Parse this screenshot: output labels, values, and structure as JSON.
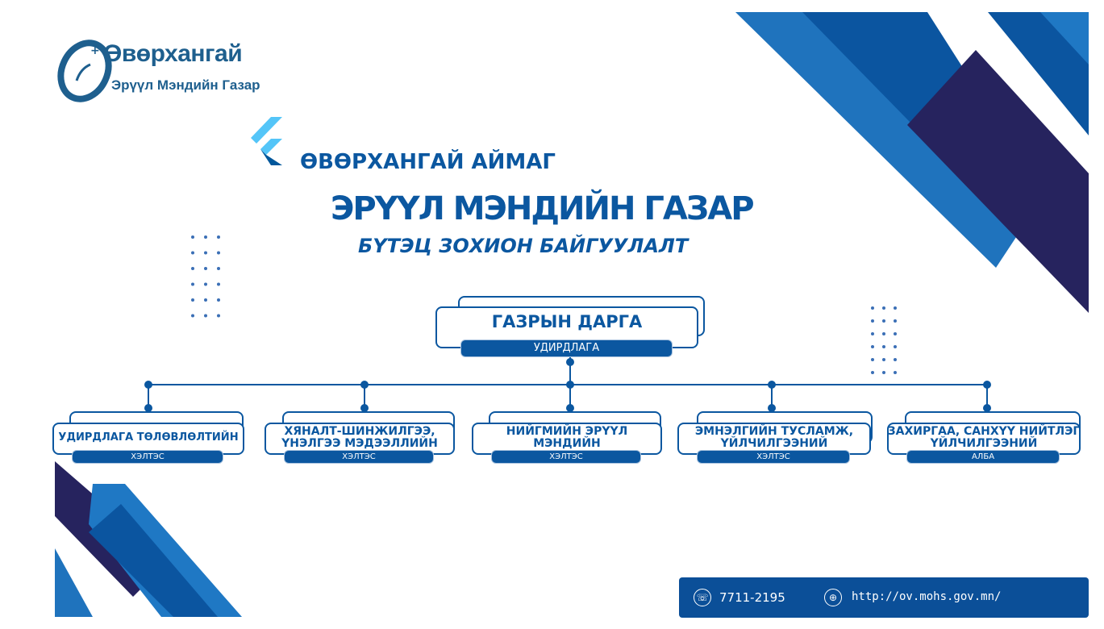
{
  "logo": {
    "title": "Өвөрхангай",
    "subtitle": "Эрүүл Мэндийн Газар"
  },
  "header": {
    "aimag": "ӨВӨРХАНГАЙ АЙМАГ",
    "title": "ЭРҮҮЛ МЭНДИЙН ГАЗАР",
    "subtitle": "БҮТЭЦ ЗОХИОН БАЙГУУЛАЛТ"
  },
  "org": {
    "head": {
      "title": "ГАЗРЫН ДАРГА",
      "tag": "УДИРДЛАГА"
    },
    "units": [
      {
        "title": "УДИРДЛАГА ТӨЛӨВЛӨЛТИЙН",
        "tag": "ХЭЛТЭС"
      },
      {
        "title": "ХЯНАЛТ-ШИНЖИЛГЭЭ, ҮНЭЛГЭЭ МЭДЭЭЛЛИЙН",
        "tag": "ХЭЛТЭС"
      },
      {
        "title": "НИЙГМИЙН ЭРҮҮЛ МЭНДИЙН",
        "tag": "ХЭЛТЭС"
      },
      {
        "title": "ЭМНЭЛГИЙН ТУСЛАМЖ, ҮЙЛЧИЛГЭЭНИЙ",
        "tag": "ХЭЛТЭС"
      },
      {
        "title": "ЗАХИРГАА, САНХҮҮ НИЙТЛЭГ ҮЙЛЧИЛГЭЭНИЙ",
        "tag": "АЛБА"
      }
    ]
  },
  "footer": {
    "phone": "7711-2195",
    "website": "http://ov.mohs.gov.mn/",
    "phone_icon": "phone-icon",
    "web_icon": "globe-icon"
  },
  "colors": {
    "primary": "#0b57a0",
    "navy": "#26235e",
    "light": "#1f78c4"
  }
}
